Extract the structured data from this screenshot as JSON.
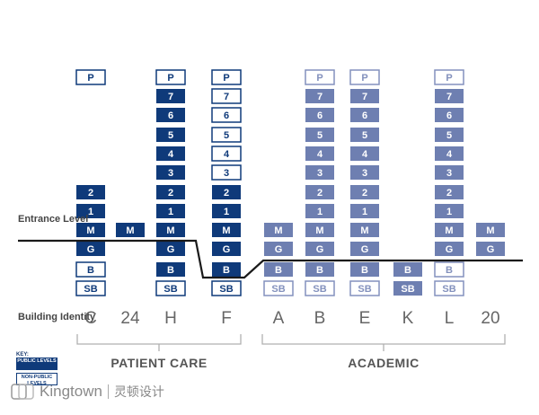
{
  "labels": {
    "entrance_level": "Entrance Level",
    "building_identity": "Building Identity",
    "group_patient_care": "PATIENT CARE",
    "group_academic": "ACADEMIC"
  },
  "key": {
    "title": "KEY:",
    "public": "PUBLIC LEVELS",
    "non_public": "NON-PUBLIC LEVELS"
  },
  "brand": {
    "name": "Kingtown",
    "chinese": "灵顿设计"
  },
  "colors": {
    "patient_public": "#0f3a7a",
    "academic_public": "#6e7fb1",
    "patient_outline": "#0f3a7a",
    "academic_outline": "#8391bd",
    "ground_line": "#1a1a1a",
    "bracket": "#b0b0b0"
  },
  "buildings": [
    {
      "id": "C",
      "group": "patient_care",
      "levels": [
        [
          "SB",
          "np"
        ],
        [
          "B",
          "np"
        ],
        [
          "G",
          "p"
        ],
        [
          "M",
          "p"
        ],
        [
          "1",
          "p"
        ],
        [
          "2",
          "p"
        ],
        [
          "P",
          "np"
        ]
      ]
    },
    {
      "id": "24",
      "group": "patient_care",
      "levels": [
        [
          "M",
          "p"
        ]
      ]
    },
    {
      "id": "H",
      "group": "patient_care",
      "levels": [
        [
          "SB",
          "np"
        ],
        [
          "B",
          "p"
        ],
        [
          "G",
          "p"
        ],
        [
          "M",
          "p"
        ],
        [
          "1",
          "p"
        ],
        [
          "2",
          "p"
        ],
        [
          "3",
          "p"
        ],
        [
          "4",
          "p"
        ],
        [
          "5",
          "p"
        ],
        [
          "6",
          "p"
        ],
        [
          "7",
          "p"
        ],
        [
          "P",
          "np"
        ]
      ]
    },
    {
      "id": "F",
      "group": "patient_care",
      "levels": [
        [
          "SB",
          "np"
        ],
        [
          "B",
          "p"
        ],
        [
          "G",
          "p"
        ],
        [
          "M",
          "p"
        ],
        [
          "1",
          "p"
        ],
        [
          "2",
          "p"
        ],
        [
          "3",
          "np"
        ],
        [
          "4",
          "np"
        ],
        [
          "5",
          "np"
        ],
        [
          "6",
          "np"
        ],
        [
          "7",
          "np"
        ],
        [
          "P",
          "np"
        ]
      ]
    },
    {
      "id": "A",
      "group": "academic",
      "levels": [
        [
          "SB",
          "np"
        ],
        [
          "B",
          "p"
        ],
        [
          "G",
          "p"
        ],
        [
          "M",
          "p"
        ]
      ]
    },
    {
      "id": "B",
      "group": "academic",
      "levels": [
        [
          "SB",
          "np"
        ],
        [
          "B",
          "p"
        ],
        [
          "G",
          "p"
        ],
        [
          "M",
          "p"
        ],
        [
          "1",
          "p"
        ],
        [
          "2",
          "p"
        ],
        [
          "3",
          "p"
        ],
        [
          "4",
          "p"
        ],
        [
          "5",
          "p"
        ],
        [
          "6",
          "p"
        ],
        [
          "7",
          "p"
        ],
        [
          "P",
          "np"
        ]
      ]
    },
    {
      "id": "E",
      "group": "academic",
      "levels": [
        [
          "SB",
          "np"
        ],
        [
          "B",
          "p"
        ],
        [
          "G",
          "p"
        ],
        [
          "M",
          "p"
        ],
        [
          "1",
          "p"
        ],
        [
          "2",
          "p"
        ],
        [
          "3",
          "p"
        ],
        [
          "4",
          "p"
        ],
        [
          "5",
          "p"
        ],
        [
          "6",
          "p"
        ],
        [
          "7",
          "p"
        ],
        [
          "P",
          "np"
        ]
      ]
    },
    {
      "id": "K",
      "group": "academic",
      "levels": [
        [
          "SB",
          "p"
        ],
        [
          "B",
          "p"
        ]
      ]
    },
    {
      "id": "L",
      "group": "academic",
      "levels": [
        [
          "SB",
          "np"
        ],
        [
          "B",
          "np"
        ],
        [
          "G",
          "p"
        ],
        [
          "M",
          "p"
        ],
        [
          "1",
          "p"
        ],
        [
          "2",
          "p"
        ],
        [
          "3",
          "p"
        ],
        [
          "4",
          "p"
        ],
        [
          "5",
          "p"
        ],
        [
          "6",
          "p"
        ],
        [
          "7",
          "p"
        ],
        [
          "P",
          "np"
        ]
      ]
    },
    {
      "id": "20",
      "group": "academic",
      "levels": [
        [
          "G",
          "p"
        ],
        [
          "M",
          "p"
        ]
      ]
    }
  ]
}
